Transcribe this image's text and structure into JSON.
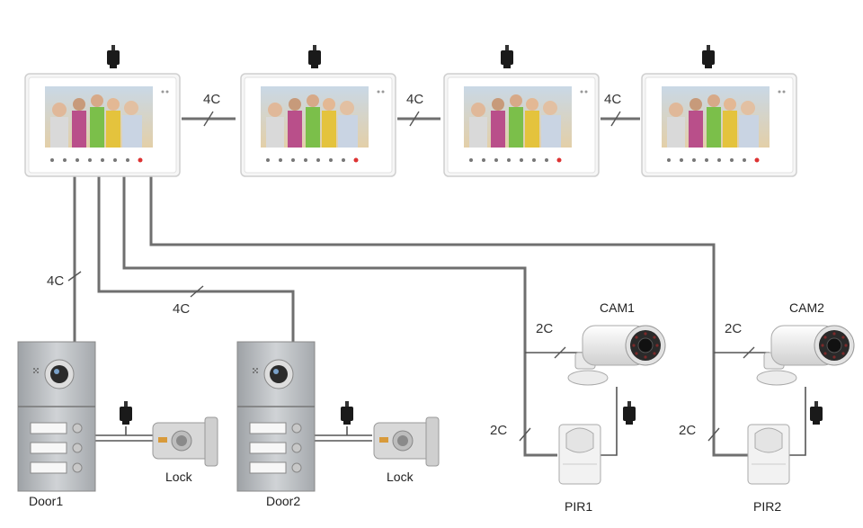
{
  "wires": {
    "monitor_link_1": "4C",
    "monitor_link_2": "4C",
    "monitor_link_3": "4C",
    "door1_link": "4C",
    "door2_link": "4C",
    "cam1_link": "2C",
    "cam2_link": "2C",
    "pir1_link": "2C",
    "pir2_link": "2C"
  },
  "devices": {
    "door1": "Door1",
    "door2": "Door2",
    "lock1": "Lock",
    "lock2": "Lock",
    "cam1": "CAM1",
    "cam2": "CAM2",
    "pir1": "PIR1",
    "pir2": "PIR2"
  },
  "colors": {
    "wire": "#6f6f6f",
    "monitor_frame": "#f4f4f4",
    "panel_metal": "#b9bcbf",
    "screen_bg": "#d8c9b0"
  },
  "icons": [
    "power-adapter-icon",
    "camera-icon",
    "pir-sensor-icon",
    "door-lock-icon",
    "intercom-monitor-icon",
    "door-station-icon"
  ]
}
